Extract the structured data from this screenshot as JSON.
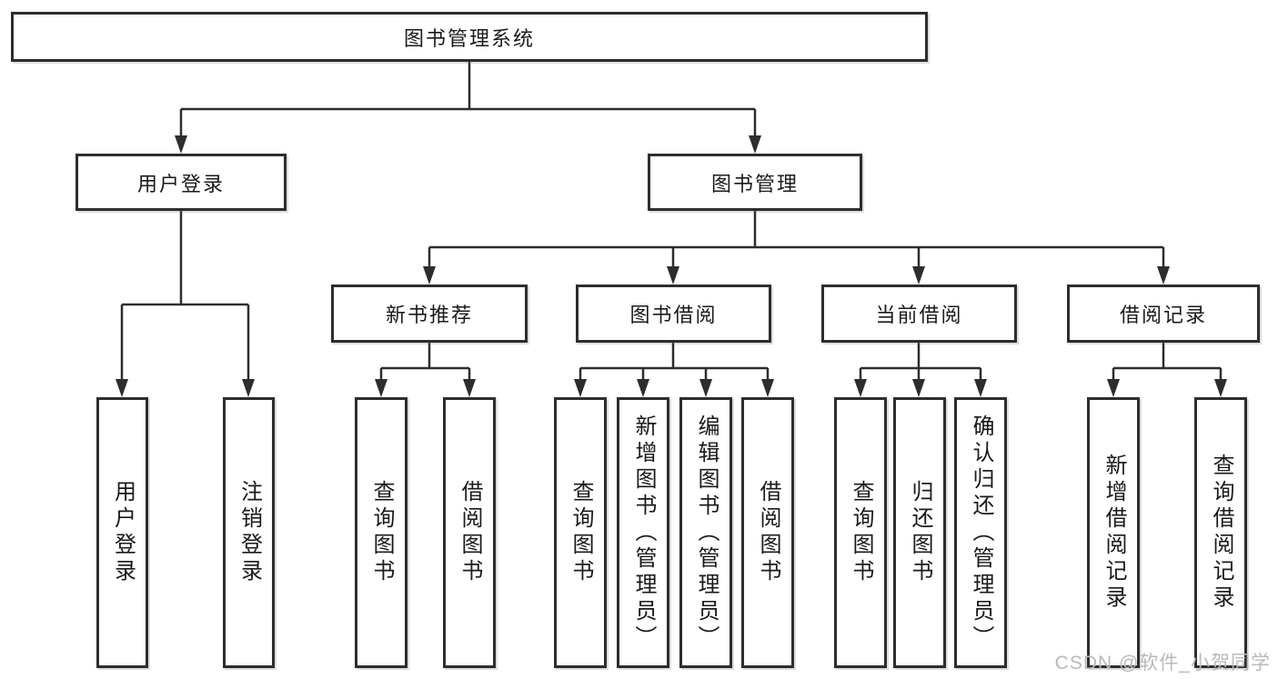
{
  "diagram": {
    "root": {
      "label": "图书管理系统"
    },
    "branches": [
      {
        "label": "用户登录",
        "children": [
          {
            "label": "用户登录"
          },
          {
            "label": "注销登录"
          }
        ]
      },
      {
        "label": "图书管理",
        "children": [
          {
            "label": "新书推荐",
            "children": [
              {
                "label": "查询图书"
              },
              {
                "label": "借阅图书"
              }
            ]
          },
          {
            "label": "图书借阅",
            "children": [
              {
                "label": "查询图书"
              },
              {
                "label": "新增图书（管理员）"
              },
              {
                "label": "编辑图书（管理员）"
              },
              {
                "label": "借阅图书"
              }
            ]
          },
          {
            "label": "当前借阅",
            "children": [
              {
                "label": "查询图书"
              },
              {
                "label": "归还图书"
              },
              {
                "label": "确认归还（管理员）"
              }
            ]
          },
          {
            "label": "借阅记录",
            "children": [
              {
                "label": "新增借阅记录"
              },
              {
                "label": "查询借阅记录"
              }
            ]
          }
        ]
      }
    ]
  },
  "watermark": {
    "text": "CSDN @软件_小贺同学"
  },
  "colors": {
    "line": "#2d2d2d",
    "box_border": "#2d2d2d",
    "box_background": "#ffffff",
    "text": "#1a1a1a",
    "watermark": "#b9b9b9"
  }
}
